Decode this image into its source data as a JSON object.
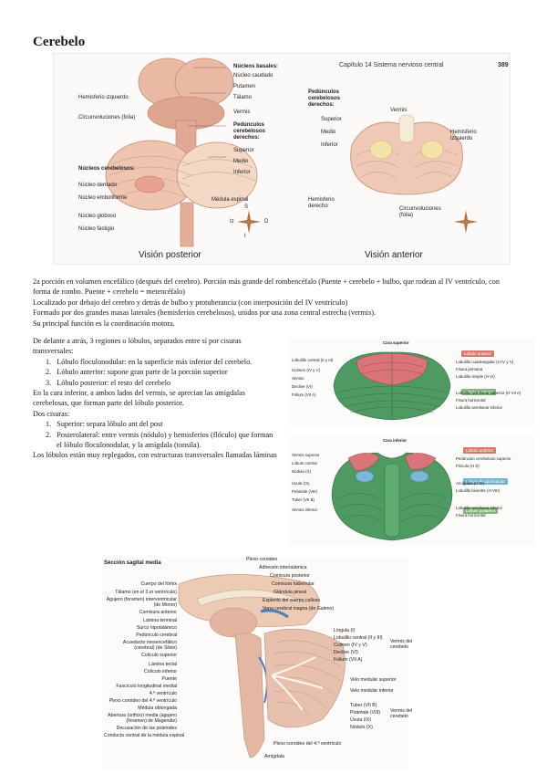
{
  "page": {
    "title": "Cerebelo"
  },
  "top_figure": {
    "chapter_header": "Capítulo 14  Sistema nervioso central",
    "page_number": "389",
    "posterior_labels": {
      "nucleos_basales": "Núcleos basales:",
      "nucleo_caudado": "Núcleo caudado",
      "putamen": "Putamen",
      "talamo": "Tálamo",
      "vermis": "Vermis",
      "pedunculos_title": "Pedúnculos cerebelosos derechos:",
      "superior": "Superior",
      "medio": "Medio",
      "inferior": "Inferior",
      "medula_espinal": "Médula espinal",
      "hemisferio_izq": "Hemisferio izquierdo",
      "circunvoluciones": "Circunvoluciones (folia)",
      "nucleos_cerebelosos": "Núcleos cerebelosos:",
      "nucleo_dentado": "Núcleo dentado",
      "nucleo_emboliforme": "Núcleo emboliforme",
      "nucleo_globoso": "Núcleo globoso",
      "nucleo_fastigio": "Núcleo fastigio"
    },
    "anterior_labels": {
      "pedunculos_title": "Pedúnculos cerebelosos derechos:",
      "superior": "Superior",
      "medio": "Medio",
      "inferior": "Inferior",
      "vermis": "Vermis",
      "hemisferio_izq": "Hemisferio izquierdo",
      "hemisferio_der": "Hemisferio derecho",
      "circunvoluciones": "Circunvoluciones (folia)"
    },
    "compass": {
      "s": "S",
      "i": "I",
      "d": "D",
      "iz": "Iz"
    },
    "caption_posterior": "Visión posterior",
    "caption_anterior": "Visión anterior"
  },
  "text": {
    "p1": "2a porción en volumen encefálico (después del cerebro). Porción más grande del rombencéfalo (Puente + cerebelo + bulbo, que rodean al IV ventrículo, con forma de rombo. Puente + cerebelo = metencéfalo)",
    "p2": "Localizado por debajo del cerebro y detrás de bulbo y protuberancia (con interposición del IV ventrículo)",
    "p3": "Formado por dos grandes masas laterales (hemisferios cerebelosos), unidos por una zona central estrecha (vermis).",
    "p4": "Su principal función es la coordinación motora.",
    "p5": "De delante a atrás, 3 regiones o lóbulos, separados entre sí por cisuras transversales:",
    "lobes": [
      "Lóbulo floculonodular: en la superficie más inferior del cerebelo.",
      "Lóbulo anterior: supone gran parte de la porción superior",
      "Lóbulo posterior: el resto del cerebelo"
    ],
    "p6": "En la cara inferior, a ambos lados del vermis, se aprecian las amígdalas cerebelosas, que forman parte del lóbulo posterior.",
    "p7": "Dos cisuras:",
    "fissures": [
      "Superior: separa lóbulo ant del post",
      "Posterolateral: entre vermis (nódulo) y hemisferios (flóculo) que forman el lóbulo floculonodular, y la amígdala (tonsila)."
    ],
    "p8": "Los lóbulos están muy replegados, con estructuras transversales llamadas láminas"
  },
  "right_plates": {
    "sup_title": "Cara superior",
    "inf_title": "Cara inferior",
    "tag_anterior": "Lóbulo anterior",
    "tag_posterior": "Lóbulo posterior",
    "tag_floculo": "Lóbulo floculonodular",
    "sup_left": [
      "Lobulillo central (II y III)",
      "Culmen (IV y V)",
      "Vermis",
      "Declive (VI)",
      "Folium (VII A)"
    ],
    "sup_right": [
      "Lobulillo cuadrangular (H IV y V)",
      "Fisura primaria",
      "Lobulillo simple (H VI)",
      "Lobulillo semilunar superior (H VII A)",
      "Fisura horizontal",
      "Lobulillo semilunar inferior"
    ],
    "inf_left": [
      "Vermis superior",
      "Lóbulo central",
      "Nódulo (X)",
      "Úvula (IX)",
      "Pirámide (VIII)",
      "Tuber (VII B)",
      "Vermis inferior"
    ],
    "inf_right": [
      "Pedúnculo cerebeloso superior",
      "Flóculo (H X)",
      "Amígdala (H IX)",
      "Lobulillo biventre (H VIII)",
      "Lobulillo semilunar inferior",
      "Fisura horizontal"
    ]
  },
  "sagittal": {
    "title": "Sección sagital media",
    "left_labels": [
      "Cuerpo del fórnix",
      "Tálamo (en el 3.er ventrículo)",
      "Agujero (foramen) interventricular (de Monro)",
      "Comisura anterior",
      "Lámina terminal",
      "Surco hipotalámico",
      "Pedúnculo cerebral",
      "Acueducto mesencefálico (cerebral) (de Silvio)",
      "Colículo superior",
      "Lámina tectal",
      "Colículo inferior",
      "Puente",
      "Fascículo longitudinal medial",
      "4.º ventrículo",
      "Plexo coroideo del 4.º ventrículo",
      "Médula oblongada",
      "Abertura (orificio) media (agujero (foramen) de Magendie)",
      "Decusación de las pirámides",
      "Conducto central de la médula espinal"
    ],
    "top_labels": [
      "Plexo coroideo",
      "Adhesión intertalámica",
      "Comisura posterior",
      "Comisura habenular",
      "Glándula pineal",
      "Esplenio del cuerpo calloso",
      "Vena cerebral magna (de Galeno)"
    ],
    "right_labels": [
      "Língula (I)",
      "Lobulillo central (II y III)",
      "Culmen (IV y V)",
      "Declive (VI)",
      "Folium (VII A)",
      "Velo medular superior",
      "Velo medular inferior",
      "Tuber (VII B)",
      "Pirámide (VIII)",
      "Úvula (IX)",
      "Nódulo (X)"
    ],
    "vermis_sup": "Vermis del cerebelo",
    "vermis_inf": "Vermis del cerebelo",
    "bottom_labels": [
      "Plexo coroideo del 4.º ventrículo",
      "Amígdala"
    ]
  }
}
